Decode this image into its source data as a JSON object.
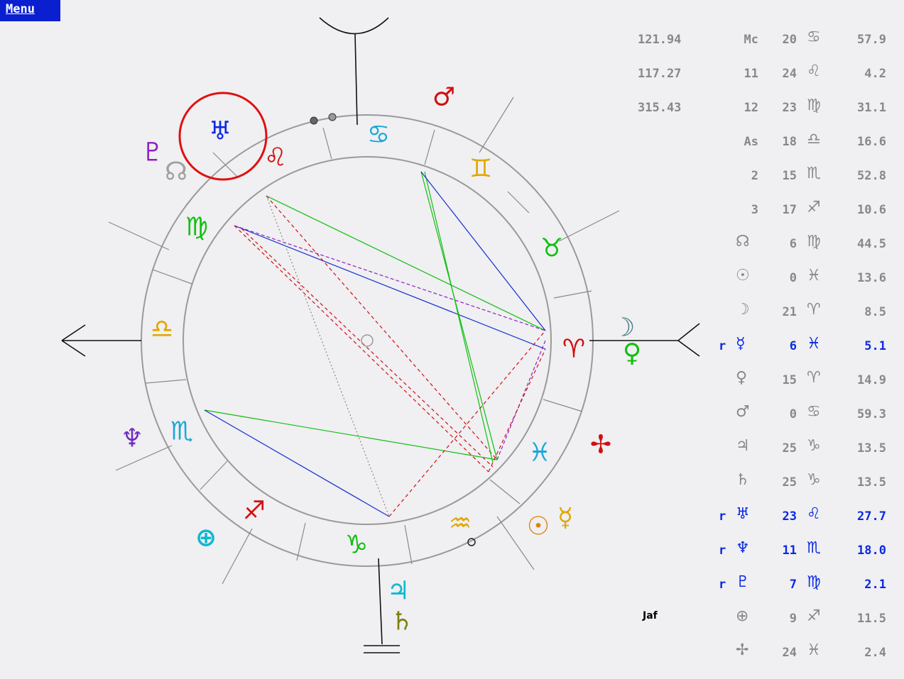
{
  "menu": {
    "label": "Menu"
  },
  "colors": {
    "gray": "#888888",
    "retro": "#0a2ae0",
    "ring": "#9a9a9a"
  },
  "signs": [
    {
      "name": "cancer",
      "glyph": "♋",
      "color": "#1aa8d8"
    },
    {
      "name": "gemini",
      "glyph": "♊",
      "color": "#e0a800"
    },
    {
      "name": "taurus",
      "glyph": "♉",
      "color": "#10c010"
    },
    {
      "name": "aries",
      "glyph": "♈",
      "color": "#d01010"
    },
    {
      "name": "pisces",
      "glyph": "♓",
      "color": "#1aa8d8"
    },
    {
      "name": "aquarius",
      "glyph": "♒",
      "color": "#e0a800"
    },
    {
      "name": "capricorn",
      "glyph": "♑",
      "color": "#10c010"
    },
    {
      "name": "sagittarius",
      "glyph": "♐",
      "color": "#d01010"
    },
    {
      "name": "scorpio",
      "glyph": "♏",
      "color": "#1aa8d8"
    },
    {
      "name": "libra",
      "glyph": "♎",
      "color": "#e0a800"
    },
    {
      "name": "virgo",
      "glyph": "♍",
      "color": "#10c010"
    },
    {
      "name": "leo",
      "glyph": "♌",
      "color": "#d01010"
    }
  ],
  "planets": [
    {
      "name": "mars",
      "glyph": "♂",
      "color": "#d01010"
    },
    {
      "name": "uranus",
      "glyph": "♅",
      "color": "#0a2ae0"
    },
    {
      "name": "pluto",
      "glyph": "♇",
      "color": "#9020c0"
    },
    {
      "name": "node",
      "glyph": "☊",
      "color": "#a0a0a0"
    },
    {
      "name": "moon",
      "glyph": "☽",
      "color": "#4a7a80"
    },
    {
      "name": "venus",
      "glyph": "♀",
      "color": "#10c010"
    },
    {
      "name": "vertex",
      "glyph": "✢",
      "color": "#d01010"
    },
    {
      "name": "sun",
      "glyph": "☉",
      "color": "#e08000"
    },
    {
      "name": "mercury",
      "glyph": "☿",
      "color": "#e0a800"
    },
    {
      "name": "jupiter",
      "glyph": "♃",
      "color": "#10b8d0"
    },
    {
      "name": "saturn",
      "glyph": "♄",
      "color": "#808010"
    },
    {
      "name": "neptune",
      "glyph": "♆",
      "color": "#7030c0"
    },
    {
      "name": "part-of-fortune",
      "glyph": "⊕",
      "color": "#10b8d0"
    }
  ],
  "table": {
    "values": [
      "121.94",
      "117.27",
      "315.43"
    ],
    "rows": [
      {
        "r": "",
        "label": "Mc",
        "deg": "20",
        "sign": "♋",
        "min": "57.9",
        "retro": false
      },
      {
        "r": "",
        "label": "11",
        "deg": "24",
        "sign": "♌",
        "min": "4.2",
        "retro": false
      },
      {
        "r": "",
        "label": "12",
        "deg": "23",
        "sign": "♍",
        "min": "31.1",
        "retro": false
      },
      {
        "r": "",
        "label": "As",
        "deg": "18",
        "sign": "♎",
        "min": "16.6",
        "retro": false
      },
      {
        "r": "",
        "label": "2",
        "deg": "15",
        "sign": "♏",
        "min": "52.8",
        "retro": false
      },
      {
        "r": "",
        "label": "3",
        "deg": "17",
        "sign": "♐",
        "min": "10.6",
        "retro": false
      },
      {
        "r": "",
        "label": "☊",
        "deg": "6",
        "sign": "♍",
        "min": "44.5",
        "retro": false
      },
      {
        "r": "",
        "label": "☉",
        "deg": "0",
        "sign": "♓",
        "min": "13.6",
        "retro": false
      },
      {
        "r": "",
        "label": "☽",
        "deg": "21",
        "sign": "♈",
        "min": "8.5",
        "retro": false
      },
      {
        "r": "r",
        "label": "☿",
        "deg": "6",
        "sign": "♓",
        "min": "5.1",
        "retro": true
      },
      {
        "r": "",
        "label": "♀",
        "deg": "15",
        "sign": "♈",
        "min": "14.9",
        "retro": false
      },
      {
        "r": "",
        "label": "♂",
        "deg": "0",
        "sign": "♋",
        "min": "59.3",
        "retro": false
      },
      {
        "r": "",
        "label": "♃",
        "deg": "25",
        "sign": "♑",
        "min": "13.5",
        "retro": false
      },
      {
        "r": "",
        "label": "♄",
        "deg": "25",
        "sign": "♑",
        "min": "13.5",
        "retro": false
      },
      {
        "r": "r",
        "label": "♅",
        "deg": "23",
        "sign": "♌",
        "min": "27.7",
        "retro": true
      },
      {
        "r": "r",
        "label": "♆",
        "deg": "11",
        "sign": "♏",
        "min": "18.0",
        "retro": true
      },
      {
        "r": "r",
        "label": "♇",
        "deg": "7",
        "sign": "♍",
        "min": "2.1",
        "retro": true
      },
      {
        "r": "",
        "label": "⊕",
        "deg": "9",
        "sign": "♐",
        "min": "11.5",
        "retro": false
      },
      {
        "r": "",
        "label": "✢",
        "deg": "24",
        "sign": "♓",
        "min": "2.4",
        "retro": false
      }
    ]
  },
  "logo": "Jaf"
}
